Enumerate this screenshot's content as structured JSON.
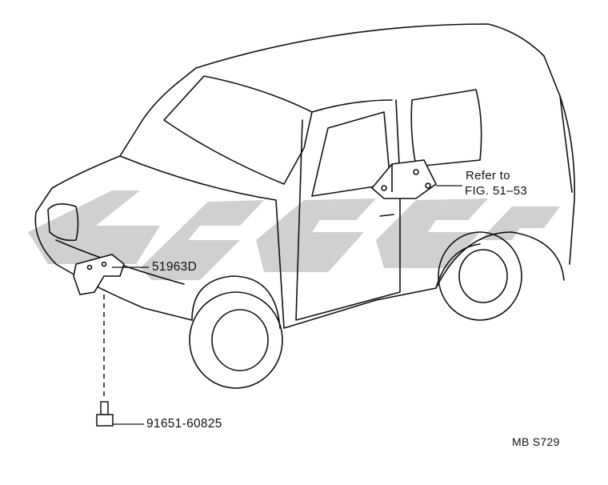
{
  "diagram": {
    "watermark_color": "#c8c8c8",
    "line_color": "#111111",
    "parts": [
      {
        "id": "bracket_front",
        "number": "51963D"
      },
      {
        "id": "bolt",
        "number": "91651-60825"
      }
    ],
    "reference": {
      "line1": "Refer to",
      "line2": "FIG. 51–53"
    },
    "figure_code": "MB S729"
  }
}
